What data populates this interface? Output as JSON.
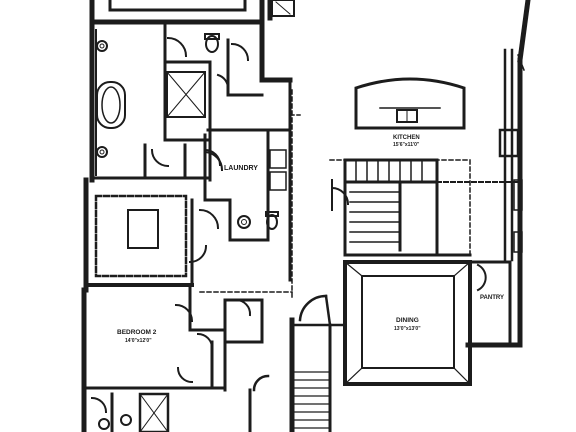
{
  "plan": {
    "ink": "#1c1c1c",
    "paper": "#ffffff",
    "rooms": {
      "laundry": "LAUNDRY",
      "kitchen_line1": "KITCHEN",
      "kitchen_line2": "15'6\"x11'0\"",
      "bedroom_line1": "BEDROOM 2",
      "bedroom_line2": "14'0\"x12'0\"",
      "dining_line1": "DINING",
      "dining_line2": "13'0\"x13'0\"",
      "pantry": "PANTRY"
    }
  }
}
